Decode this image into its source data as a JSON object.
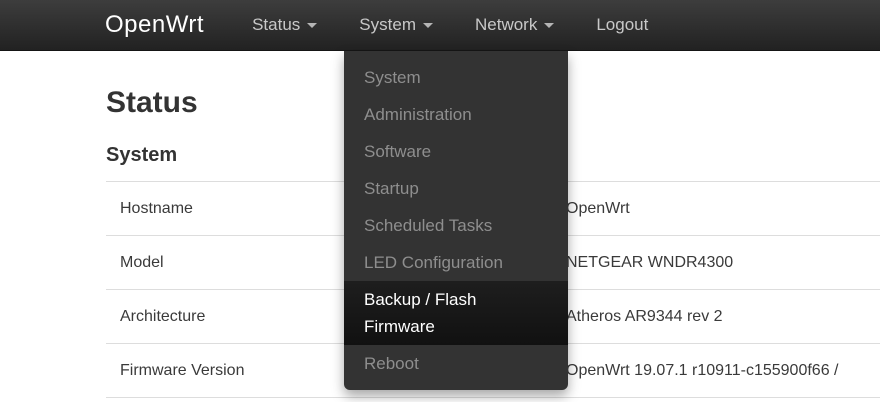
{
  "navbar": {
    "brand": "OpenWrt",
    "items": [
      {
        "label": "Status",
        "has_caret": true
      },
      {
        "label": "System",
        "has_caret": true
      },
      {
        "label": "Network",
        "has_caret": true
      },
      {
        "label": "Logout",
        "has_caret": false
      }
    ]
  },
  "dropdown": {
    "parent": "System",
    "items": [
      {
        "label": "System"
      },
      {
        "label": "Administration"
      },
      {
        "label": "Software"
      },
      {
        "label": "Startup"
      },
      {
        "label": "Scheduled Tasks"
      },
      {
        "label": "LED Configuration"
      },
      {
        "label": "Backup / Flash Firmware"
      },
      {
        "label": "Reboot"
      }
    ],
    "active_item": "Backup / Flash Firmware"
  },
  "page": {
    "title": "Status",
    "section_heading": "System"
  },
  "system_table": {
    "rows": [
      {
        "label": "Hostname",
        "value": "OpenWrt"
      },
      {
        "label": "Model",
        "value": "NETGEAR WNDR4300"
      },
      {
        "label": "Architecture",
        "value": "Atheros AR9344 rev 2"
      },
      {
        "label": "Firmware Version",
        "value": "OpenWrt 19.07.1 r10911-c155900f66 /"
      }
    ]
  },
  "colors": {
    "navbar_top": "#3d3d3d",
    "navbar_bottom": "#222222",
    "navbar_link": "#c8c8c8",
    "brand_text": "#ffffff",
    "dropdown_bg": "#333333",
    "dropdown_text": "#8e8e8e",
    "dropdown_active_bg": "#161616",
    "dropdown_active_text": "#ffffff",
    "content_bg": "#ffffff",
    "heading_text": "#333333",
    "table_text": "#3a3a3a",
    "divider": "#dddddd"
  }
}
